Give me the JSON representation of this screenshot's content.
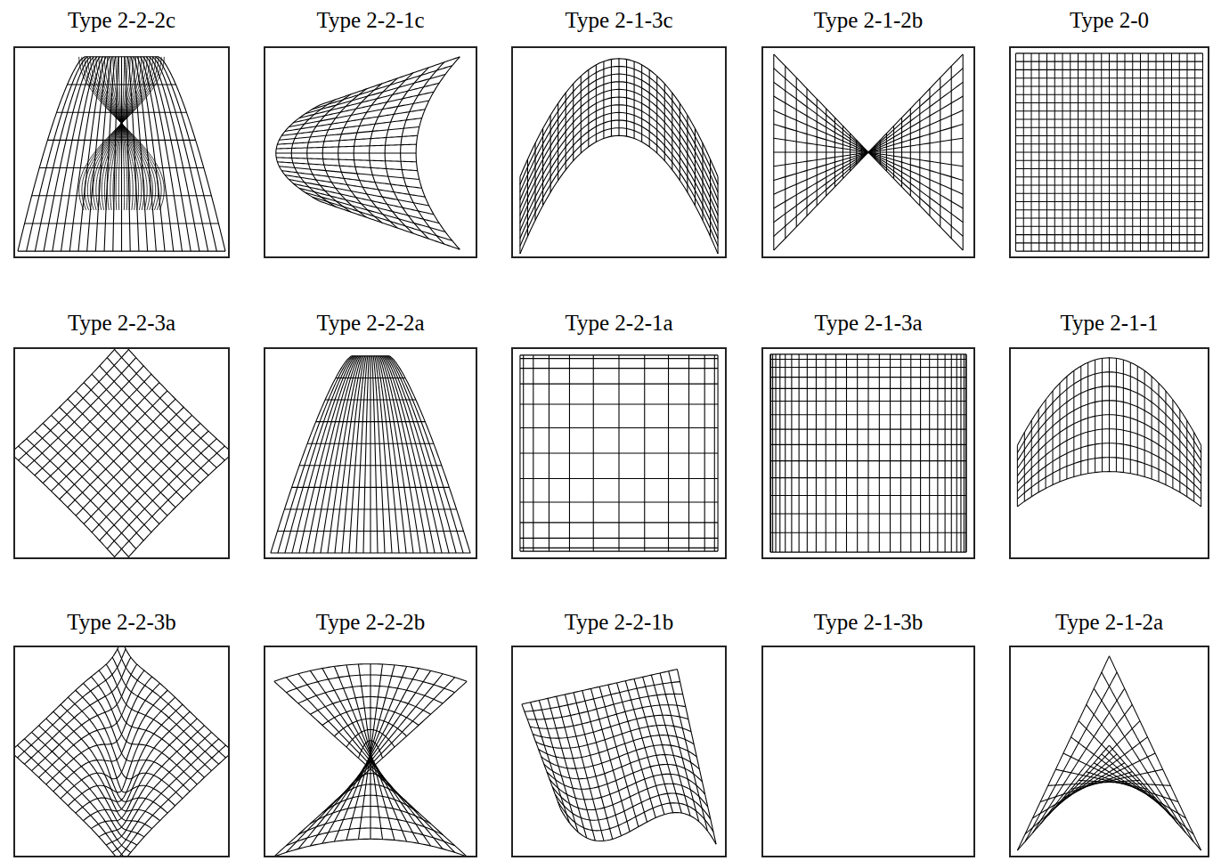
{
  "diagram": {
    "nodes": [
      {
        "text": [
          "Type 2-2-2c"
        ]
      },
      {
        "text": [
          "Type 2-2-1c"
        ]
      },
      {
        "text": [
          "Type 2-1-3c"
        ]
      },
      {
        "text": [
          "Type 2-1-2b"
        ]
      },
      {
        "text": [
          "Type 2-0"
        ]
      },
      {
        "text": [
          "Type 2-2-3a"
        ]
      },
      {
        "text": [
          "Type 2-2-2a"
        ]
      },
      {
        "text": [
          "Type 2-2-1a"
        ]
      },
      {
        "text": [
          "Type 2-1-3a"
        ]
      },
      {
        "text": [
          "Type 2-1-1"
        ]
      },
      {
        "text": [
          "Type 2-2-3b"
        ]
      },
      {
        "text": [
          "Type 2-2-2b"
        ]
      },
      {
        "text": [
          "Type 2-2-1b"
        ]
      },
      {
        "text": [
          "Type 2-1-3b"
        ]
      },
      {
        "text": [
          "Type 2-1-2a"
        ]
      }
    ]
  }
}
